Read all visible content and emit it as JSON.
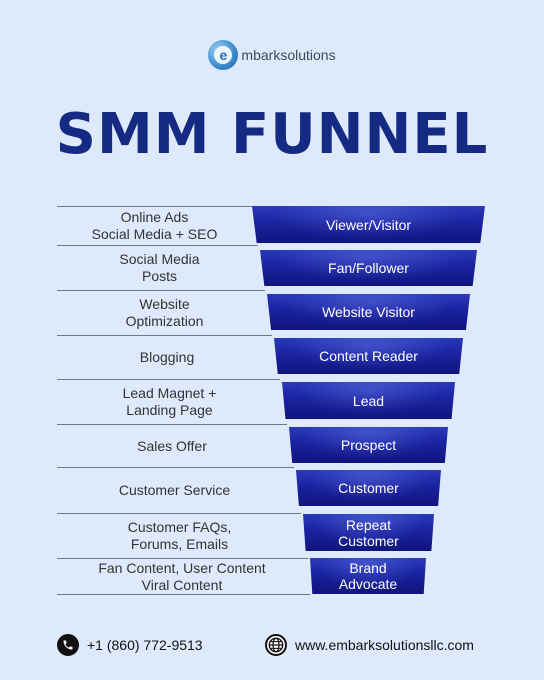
{
  "brand": {
    "logo_letter": "e",
    "name": "mbarksolutions"
  },
  "title": "SMM FUNNEL",
  "rows": [
    {
      "left": "Online Ads\nSocial Media + SEO",
      "stage": "Viewer/Visitor"
    },
    {
      "left": "Social Media\nPosts",
      "stage": "Fan/Follower"
    },
    {
      "left": "Website\nOptimization",
      "stage": "Website Visitor"
    },
    {
      "left": "Blogging",
      "stage": "Content Reader"
    },
    {
      "left": "Lead Magnet +\nLanding Page",
      "stage": "Lead"
    },
    {
      "left": "Sales Offer",
      "stage": "Prospect"
    },
    {
      "left": "Customer Service",
      "stage": "Customer"
    },
    {
      "left": "Customer FAQs,\nForums, Emails",
      "stage": "Repeat\nCustomer"
    },
    {
      "left": "Fan Content, User Content\nViral Content",
      "stage": "Brand\nAdvocate"
    }
  ],
  "footer": {
    "phone": "+1 (860) 772-9513",
    "website": "www.embarksolutionsllc.com",
    "icons": [
      "phone-icon",
      "globe-icon"
    ]
  },
  "colors": {
    "background": "#deeafb",
    "title": "#152a82",
    "funnel": "#1a22a0"
  }
}
